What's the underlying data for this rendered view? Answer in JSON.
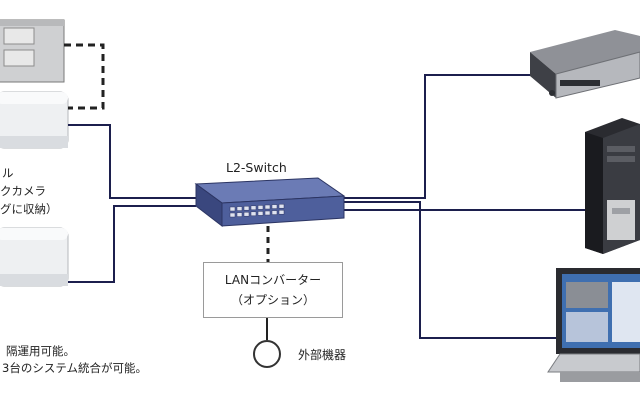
{
  "switch": {
    "label": "L2-Switch"
  },
  "converter": {
    "line1": "LANコンバーター",
    "line2": "（オプション）"
  },
  "external": {
    "label": "外部機器"
  },
  "camera_label": {
    "line1": "ル",
    "line2": "クカメラ",
    "line3": "グに収納）"
  },
  "caption": {
    "line1": "隔運用可能。",
    "line2": "3台のシステム統合が可能。"
  },
  "colors": {
    "cable": "#1c1f4d",
    "switch_body": "#4e5f9c",
    "dashed_link": "#222222"
  }
}
